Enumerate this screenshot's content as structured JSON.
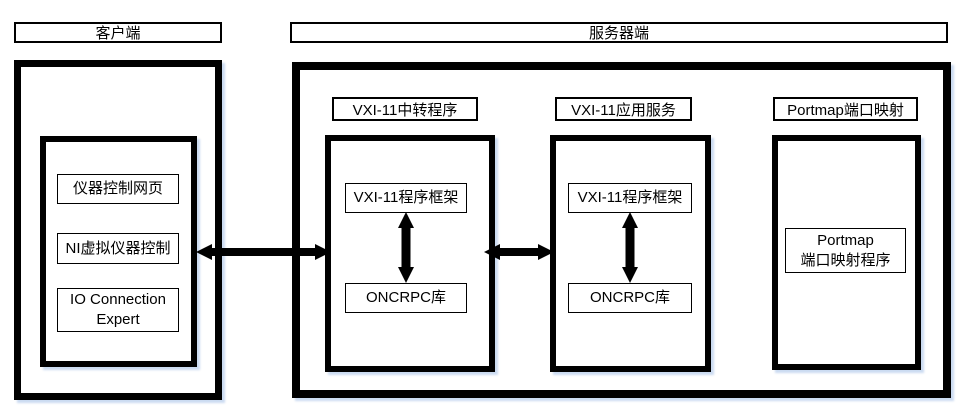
{
  "colors": {
    "line": "#000000",
    "background": "#ffffff",
    "shadow": "#c5d7f0"
  },
  "client": {
    "header": "客户端",
    "items": [
      "仪器控制网页",
      "NI虚拟仪器控制",
      "IO Connection Expert"
    ]
  },
  "server": {
    "header": "服务器端",
    "modules": [
      {
        "label": "VXI-11中转程序",
        "top_box": "VXI-11程序框架",
        "bottom_box": "ONCRPC库"
      },
      {
        "label": "VXI-11应用服务",
        "top_box": "VXI-11程序框架",
        "bottom_box": "ONCRPC库"
      },
      {
        "label": "Portmap端口映射",
        "box_line1": "Portmap",
        "box_line2": "端口映射程序"
      }
    ]
  }
}
